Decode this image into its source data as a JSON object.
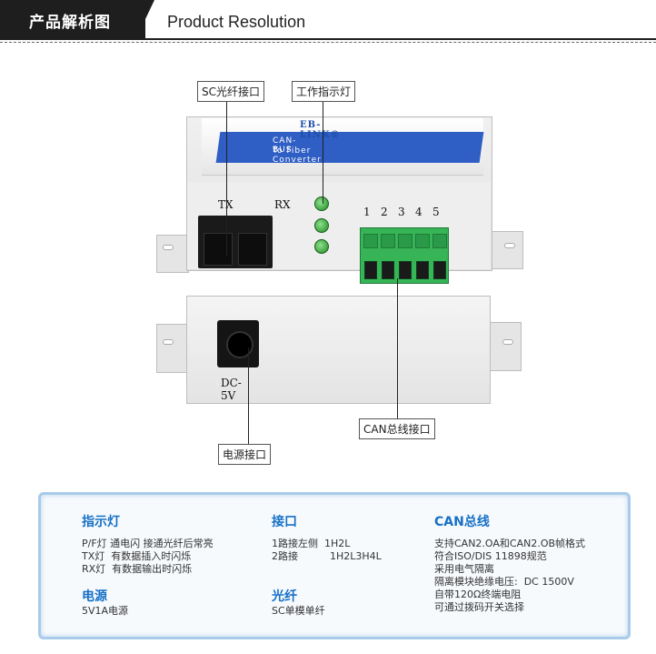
{
  "header": {
    "title_cn": "产品解析图",
    "title_en": "Product Resolution"
  },
  "callouts": {
    "sc_port": "SC光纤接口",
    "indicator": "工作指示灯",
    "power_port": "电源接口",
    "can_port": "CAN总线接口"
  },
  "device": {
    "brand": "EB-LINK®",
    "model_line1": "CAN-BUS",
    "model_line2": "To Fiber Converter",
    "tx": "TX",
    "rx": "RX",
    "terminals": [
      "1",
      "2",
      "3",
      "4",
      "5"
    ],
    "dc": "DC-5V"
  },
  "specs": {
    "indicator": {
      "title": "指示灯",
      "lines": [
        "P/F灯 通电闪 接通光纤后常亮",
        "TX灯  有数据插入时闪烁",
        "RX灯  有数据输出时闪烁"
      ]
    },
    "power": {
      "title": "电源",
      "lines": [
        "5V1A电源"
      ]
    },
    "interface": {
      "title": "接口",
      "lines": [
        "1路接左侧  1H2L",
        "2路接          1H2L3H4L"
      ]
    },
    "fiber": {
      "title": "光纤",
      "lines": [
        "SC单模单纤"
      ]
    },
    "can": {
      "title": "CAN总线",
      "lines": [
        "支持CAN2.OA和CAN2.OB帧格式",
        "符合ISO/DIS 11898规范",
        "采用电气隔离",
        "隔离模块绝缘电压:  DC 1500V",
        "自带120Ω终端电阻",
        "可通过拨码开关选择"
      ]
    }
  }
}
